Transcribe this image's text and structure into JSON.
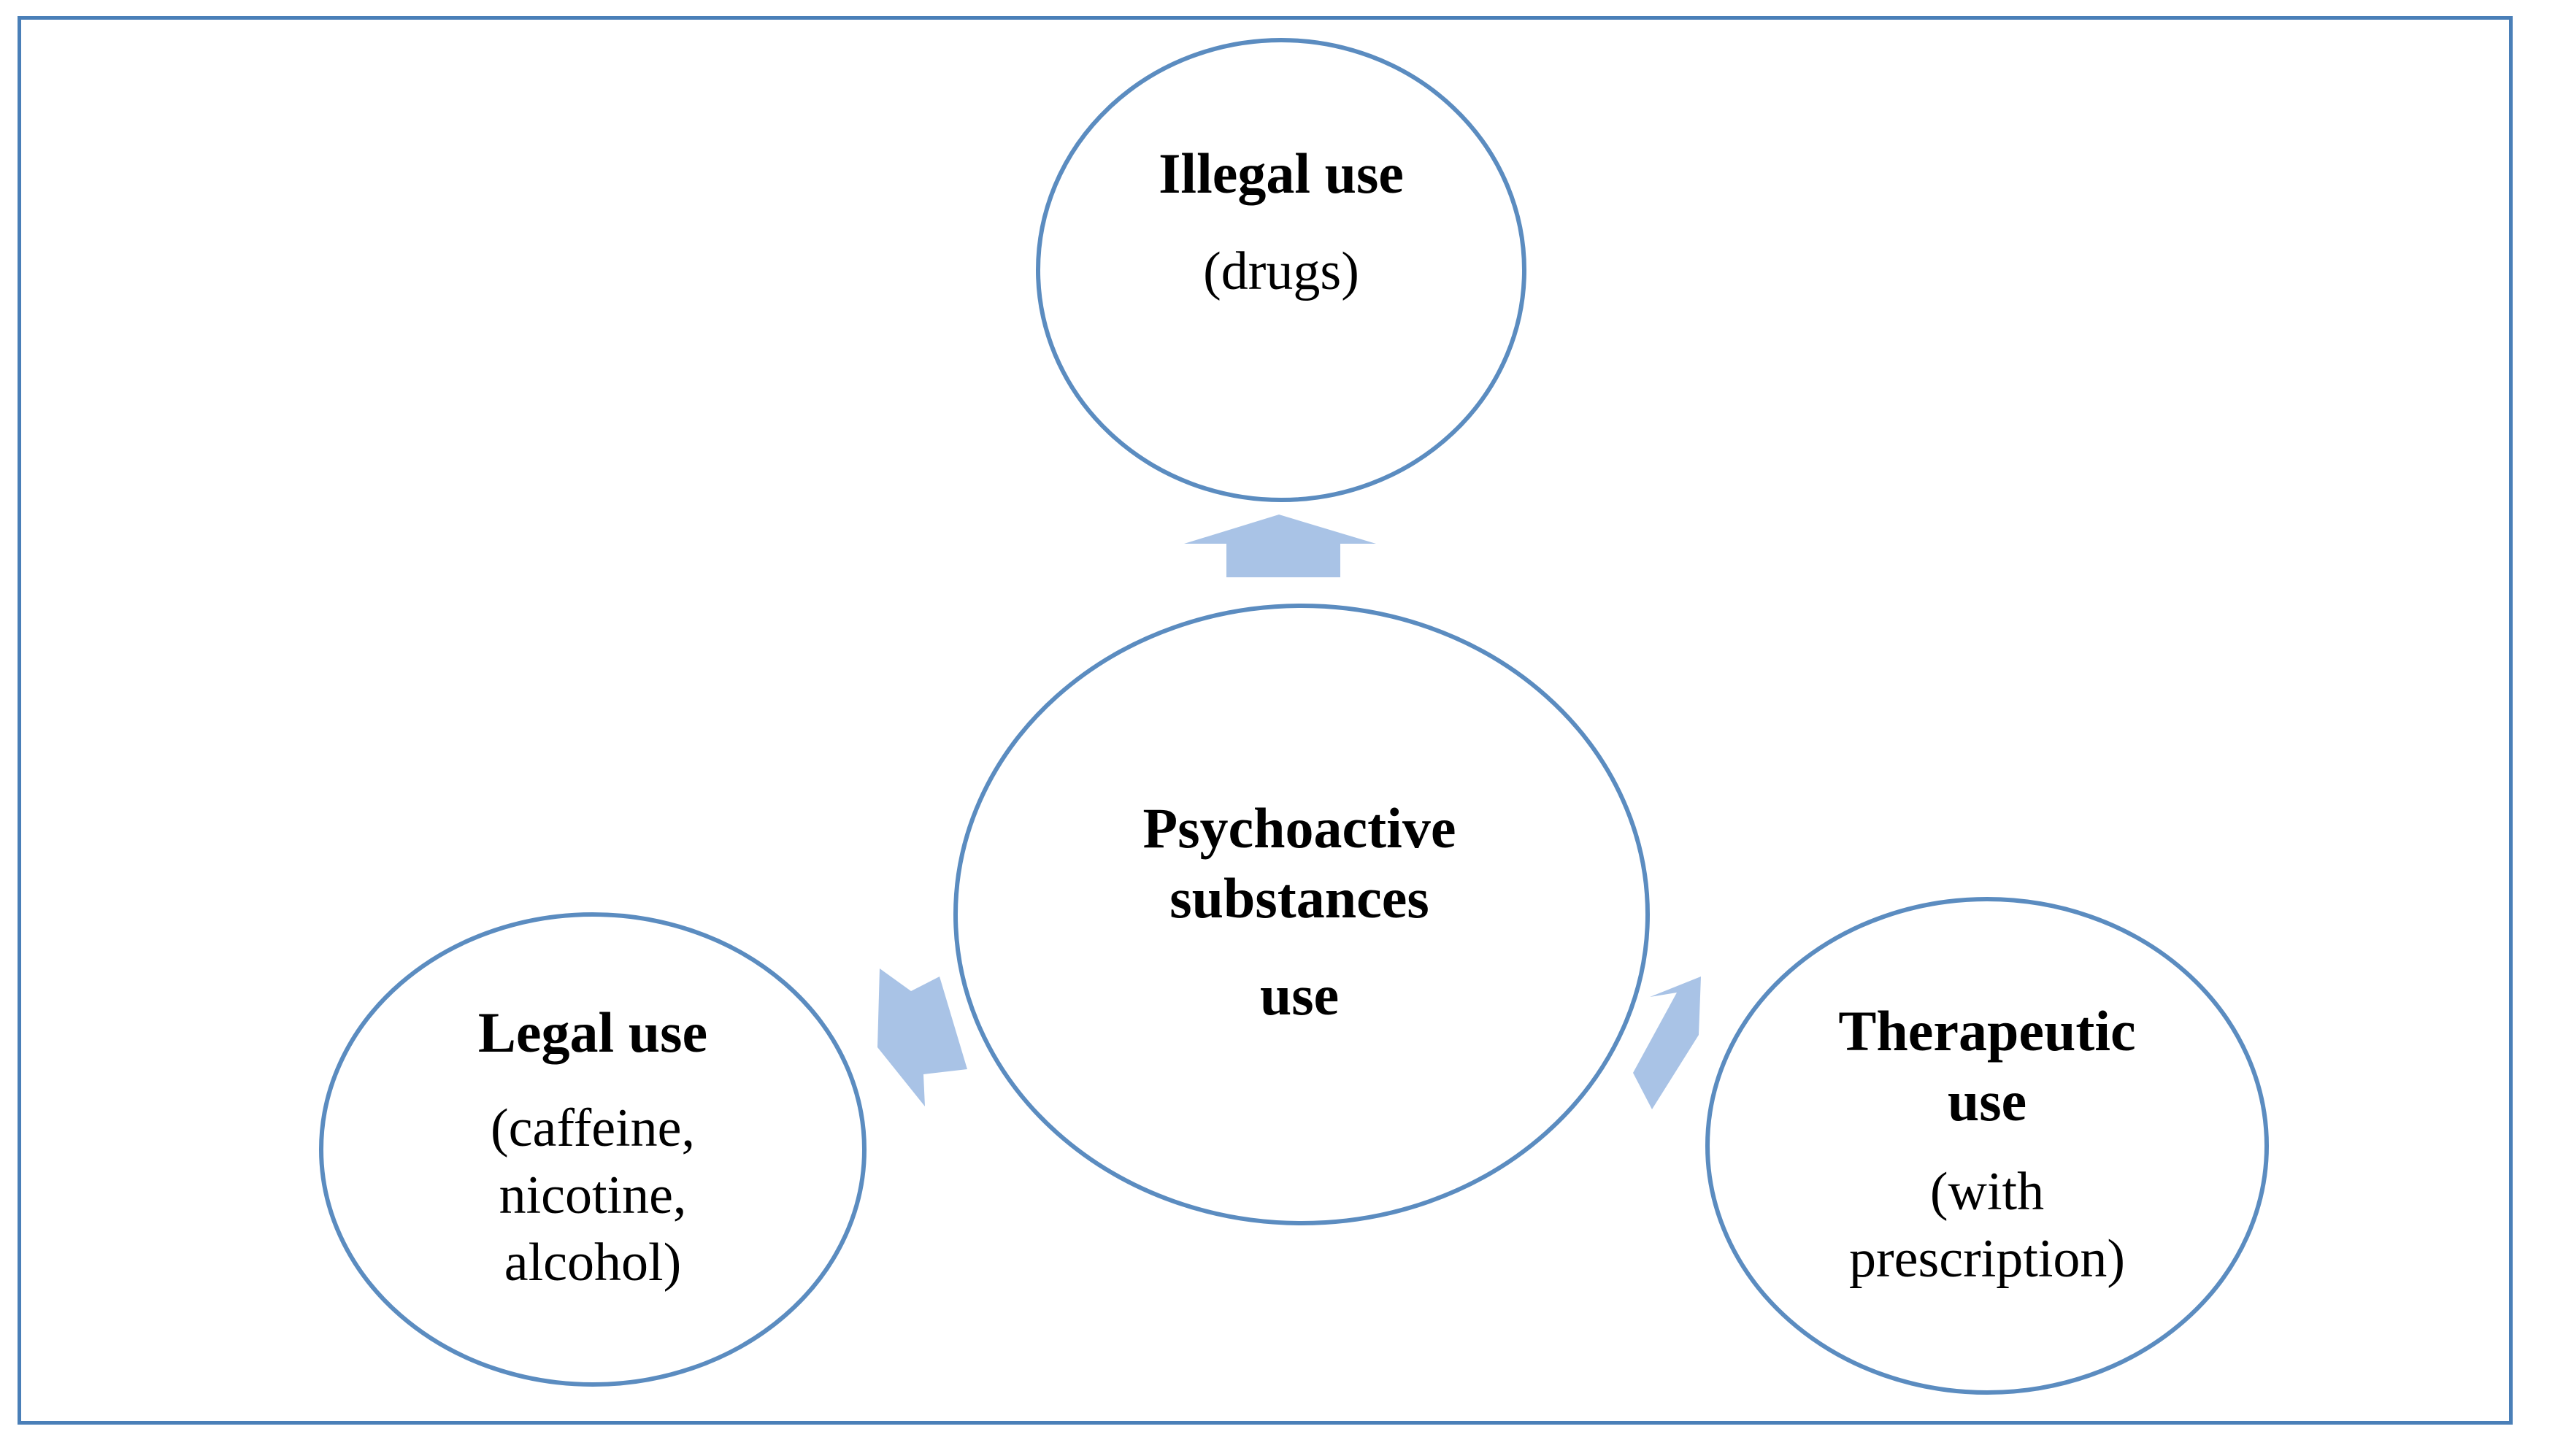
{
  "colors": {
    "frame": "#4a7fb8",
    "circle_stroke": "#5b8cc0",
    "arrow_fill": "#a9c3e6",
    "text": "#000000"
  },
  "center": {
    "title_line1": "Psychoactive",
    "title_line2": "substances",
    "title_line3": "use"
  },
  "illegal": {
    "title": "Illegal use",
    "detail": "(drugs)"
  },
  "legal": {
    "title": "Legal use",
    "detail_line1": "(caffeine,",
    "detail_line2": "nicotine,",
    "detail_line3": "alcohol)"
  },
  "therapeutic": {
    "title_line1": "Therapeutic",
    "title_line2": "use",
    "detail_line1": "(with",
    "detail_line2": "prescription)"
  }
}
